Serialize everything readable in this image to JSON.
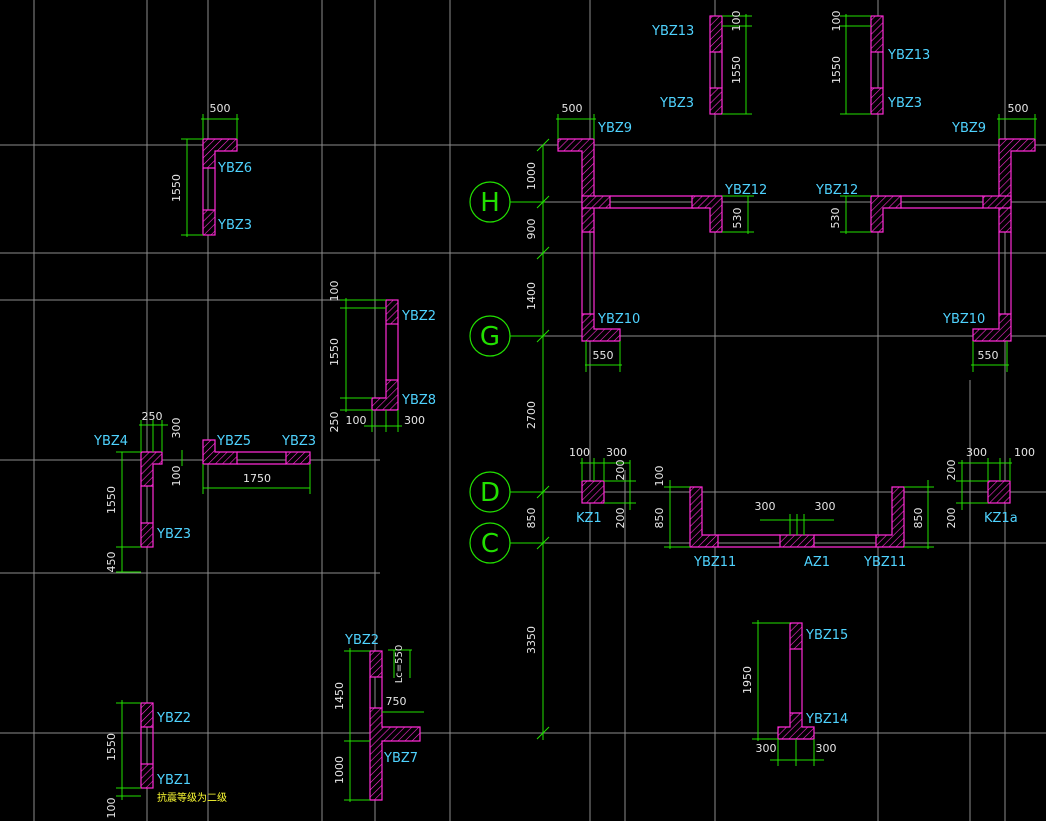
{
  "labels": {
    "ybz13_a": "YBZ13",
    "ybz13_b": "YBZ13",
    "ybz3_top_a": "YBZ3",
    "ybz3_top_b": "YBZ3",
    "ybz9_a": "YBZ9",
    "ybz9_b": "YBZ9",
    "ybz6": "YBZ6",
    "ybz3_left": "YBZ3",
    "ybz12_a": "YBZ12",
    "ybz12_b": "YBZ12",
    "ybz10_a": "YBZ10",
    "ybz10_b": "YBZ10",
    "ybz2_mid": "YBZ2",
    "ybz8": "YBZ8",
    "ybz4": "YBZ4",
    "ybz5": "YBZ5",
    "ybz3_mid": "YBZ3",
    "ybz3_lower": "YBZ3",
    "kz1": "KZ1",
    "kz1a": "KZ1a",
    "ybz11_a": "YBZ11",
    "ybz11_b": "YBZ11",
    "az1": "AZ1",
    "ybz15": "YBZ15",
    "ybz14": "YBZ14",
    "ybz2_low": "YBZ2",
    "ybz7": "YBZ7",
    "ybz2_bottom": "YBZ2",
    "ybz1": "YBZ1"
  },
  "dims": {
    "d500_a": "500",
    "d500_b": "500",
    "d100_top_a": "100",
    "d1550_top_a": "1550",
    "d100_top_b": "100",
    "d1550_top_b": "1550",
    "d1550_ybz6": "1550",
    "d1000": "1000",
    "d900": "900",
    "d1400": "1400",
    "d2700": "2700",
    "d850_left": "850",
    "d3350": "3350",
    "d530_a": "530",
    "d530_b": "530",
    "d550_a": "550",
    "d550_b": "550",
    "d100_ybz2": "100",
    "d1550_ybz2": "1550",
    "d250_ybz8": "250",
    "d100_ybz8": "100",
    "d300_ybz8": "300",
    "d250_ybz4": "250",
    "d300_ybz4": "300",
    "d100_ybz4": "100",
    "d1750": "1750",
    "d1550_ybz4": "1550",
    "d450": "450",
    "d100_kz1": "100",
    "d300_kz1": "300",
    "d200_kz1": "200",
    "d200_kz1_b": "200",
    "d100_ybz11": "100",
    "d850_ybz11": "850",
    "d300_az1_a": "300",
    "d300_az1_b": "300",
    "d850_ybz11_b": "850",
    "d200_kz1a": "200",
    "d200_kz1a_b": "200",
    "d300_kz1a": "300",
    "d100_kz1a": "100",
    "d1950": "1950",
    "d300_ybz14_a": "300",
    "d300_ybz14_b": "300",
    "d1450": "1450",
    "d1000_ybz7": "1000",
    "d750": "750",
    "d_lc": "Lc=550",
    "d1550_ybz1": "1550",
    "d100_ybz1": "100"
  },
  "axes": {
    "h": "H",
    "g": "G",
    "d": "D",
    "c": "C"
  },
  "note": "抗震等级为二级",
  "colors": {
    "background": "#000000",
    "grid": "#8c8c8c",
    "column": "#ff2bd6",
    "dimension": "#22e000",
    "label": "#4fd3ff",
    "note": "#ffff33"
  }
}
